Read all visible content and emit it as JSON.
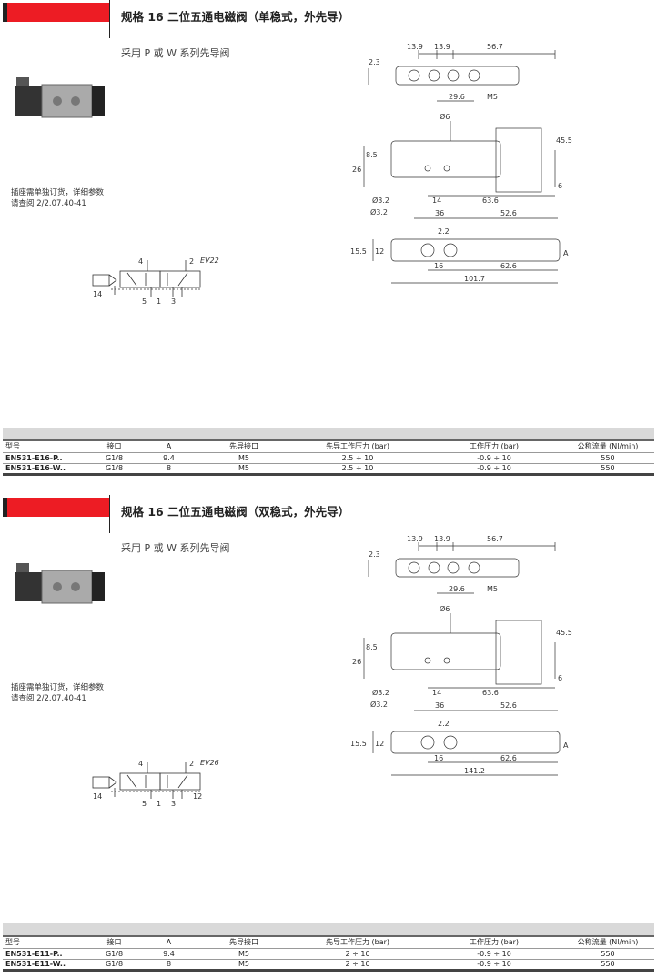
{
  "sections": [
    {
      "title": "规格 16 二位五通电磁阀（单稳式，外先导）",
      "subtitle": "采用 P 或 W 系列先导阀",
      "note_line1": "插座需单独订货，详细参数",
      "note_line2": "请查阅 2/2.07.40-41",
      "symbol": {
        "code": "EV22",
        "ports": [
          "4",
          "2",
          "14",
          "5",
          "1",
          "3"
        ]
      },
      "dims": {
        "d13a": "13.9",
        "d13b": "13.9",
        "d56": "56.7",
        "d23": "2.3",
        "d29": "29.6",
        "m5": "M5",
        "phi6": "Ø6",
        "d26": "26",
        "d85": "8.5",
        "d455": "45.5",
        "d6": "6",
        "phi32a": "Ø3.2",
        "d14": "14",
        "d636": "63.6",
        "phi32b": "Ø3.2",
        "d36": "36",
        "d526": "52.6",
        "d22": "2.2",
        "d155": "15.5",
        "d12": "12",
        "dA": "A",
        "d16": "16",
        "d626": "62.6",
        "total": "101.7"
      },
      "table": {
        "headers": [
          "型号",
          "接口",
          "A",
          "先导接口",
          "先导工作压力 (bar)",
          "工作压力 (bar)",
          "公称流量 (Nl/min)"
        ],
        "rows": [
          [
            "EN531-E16-P..",
            "G1/8",
            "9.4",
            "M5",
            "2.5 ÷ 10",
            "-0.9 ÷ 10",
            "550"
          ],
          [
            "EN531-E16-W..",
            "G1/8",
            "8",
            "M5",
            "2.5 ÷ 10",
            "-0.9 ÷ 10",
            "550"
          ]
        ]
      }
    },
    {
      "title": "规格 16 二位五通电磁阀（双稳式，外先导）",
      "subtitle": "采用 P 或 W 系列先导阀",
      "note_line1": "插座需单独订货，详细参数",
      "note_line2": "请查阅 2/2.07.40-41",
      "symbol": {
        "code": "EV26",
        "ports": [
          "4",
          "2",
          "14",
          "5",
          "1",
          "3",
          "12"
        ]
      },
      "dims": {
        "d13a": "13.9",
        "d13b": "13.9",
        "d56": "56.7",
        "d23": "2.3",
        "d29": "29.6",
        "m5": "M5",
        "phi6": "Ø6",
        "d26": "26",
        "d85": "8.5",
        "d455": "45.5",
        "d6": "6",
        "phi32a": "Ø3.2",
        "d14": "14",
        "d636": "63.6",
        "phi32b": "Ø3.2",
        "d36": "36",
        "d526": "52.6",
        "d22": "2.2",
        "d155": "15.5",
        "d12": "12",
        "dA": "A",
        "d16": "16",
        "d626": "62.6",
        "total": "141.2"
      },
      "table": {
        "headers": [
          "型号",
          "接口",
          "A",
          "先导接口",
          "先导工作压力 (bar)",
          "工作压力 (bar)",
          "公称流量 (Nl/min)"
        ],
        "rows": [
          [
            "EN531-E11-P..",
            "G1/8",
            "9.4",
            "M5",
            "2 ÷ 10",
            "-0.9 ÷ 10",
            "550"
          ],
          [
            "EN531-E11-W..",
            "G1/8",
            "8",
            "M5",
            "2 ÷ 10",
            "-0.9 ÷ 10",
            "550"
          ]
        ]
      }
    }
  ]
}
